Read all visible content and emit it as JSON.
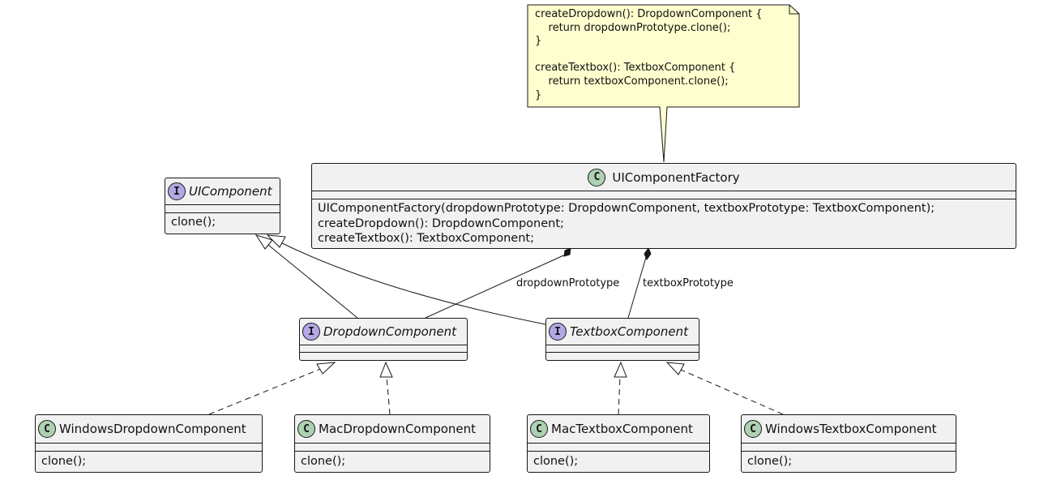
{
  "colors": {
    "box_fill": "#f1f1f1",
    "border": "#181818",
    "note_fill": "#fefece",
    "class_badge": "#add1b2",
    "interface_badge": "#b4a7e5"
  },
  "note": {
    "lines": [
      "createDropdown(): DropdownComponent {",
      "    return dropdownPrototype.clone();",
      "}",
      "",
      "createTextbox(): TextboxComponent {",
      "    return textboxComponent.clone();",
      "}"
    ]
  },
  "factory": {
    "badge": "C",
    "name": "UIComponentFactory",
    "methods": [
      "UIComponentFactory(dropdownPrototype: DropdownComponent, textboxPrototype: TextboxComponent);",
      "createDropdown(): DropdownComponent;",
      "createTextbox(): TextboxComponent;"
    ]
  },
  "ui_component": {
    "badge": "I",
    "name": "UIComponent",
    "methods": [
      "clone();"
    ]
  },
  "dropdown_component": {
    "badge": "I",
    "name": "DropdownComponent"
  },
  "textbox_component": {
    "badge": "I",
    "name": "TextboxComponent"
  },
  "windows_dropdown": {
    "badge": "C",
    "name": "WindowsDropdownComponent",
    "methods": [
      "clone();"
    ]
  },
  "mac_dropdown": {
    "badge": "C",
    "name": "MacDropdownComponent",
    "methods": [
      "clone();"
    ]
  },
  "mac_textbox": {
    "badge": "C",
    "name": "MacTextboxComponent",
    "methods": [
      "clone();"
    ]
  },
  "windows_textbox": {
    "badge": "C",
    "name": "WindowsTextboxComponent",
    "methods": [
      "clone();"
    ]
  },
  "edge_labels": {
    "dropdown": "dropdownPrototype",
    "textbox": "textboxPrototype"
  }
}
